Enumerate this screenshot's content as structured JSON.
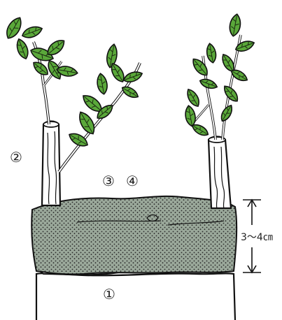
{
  "labels": {
    "cutting_stump": "②",
    "cut_surface_treatment": "③",
    "covering": "④",
    "base_stump": "①",
    "layer_thickness": "3〜4㎝"
  },
  "colors": {
    "leaf": "#5aa83a",
    "leaf_vein": "#1a2a10",
    "soil_fill": "#9aa89a",
    "soil_dots": "#2a2a2a",
    "outline": "#111111"
  }
}
